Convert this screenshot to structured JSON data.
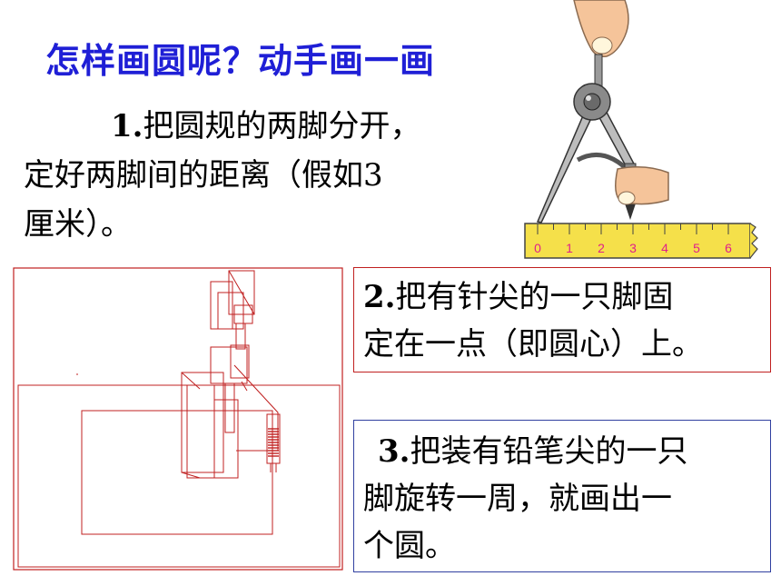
{
  "title": "怎样画圆呢？动手画一画",
  "step1": {
    "num": "1.",
    "line1": "把圆规的两脚分开，",
    "line2": "定好两脚间的距离（假如3",
    "line3": "厘米）。"
  },
  "step2": {
    "num": "2.",
    "line1": "把有针尖的一只脚固",
    "line2": "定在一点（即圆心）上。"
  },
  "step3": {
    "num": "3.",
    "line1": "把装有铅笔尖的一只",
    "line2": "脚旋转一周，就画出一",
    "line3": "个圆。"
  },
  "ruler": {
    "ticks": [
      "0",
      "1",
      "2",
      "3",
      "4",
      "5",
      "6"
    ]
  },
  "colors": {
    "title": "#1f1fd6",
    "sketch": "#c02020",
    "ruler_fill": "#f5e04a",
    "ruler_text": "#e0208a"
  }
}
